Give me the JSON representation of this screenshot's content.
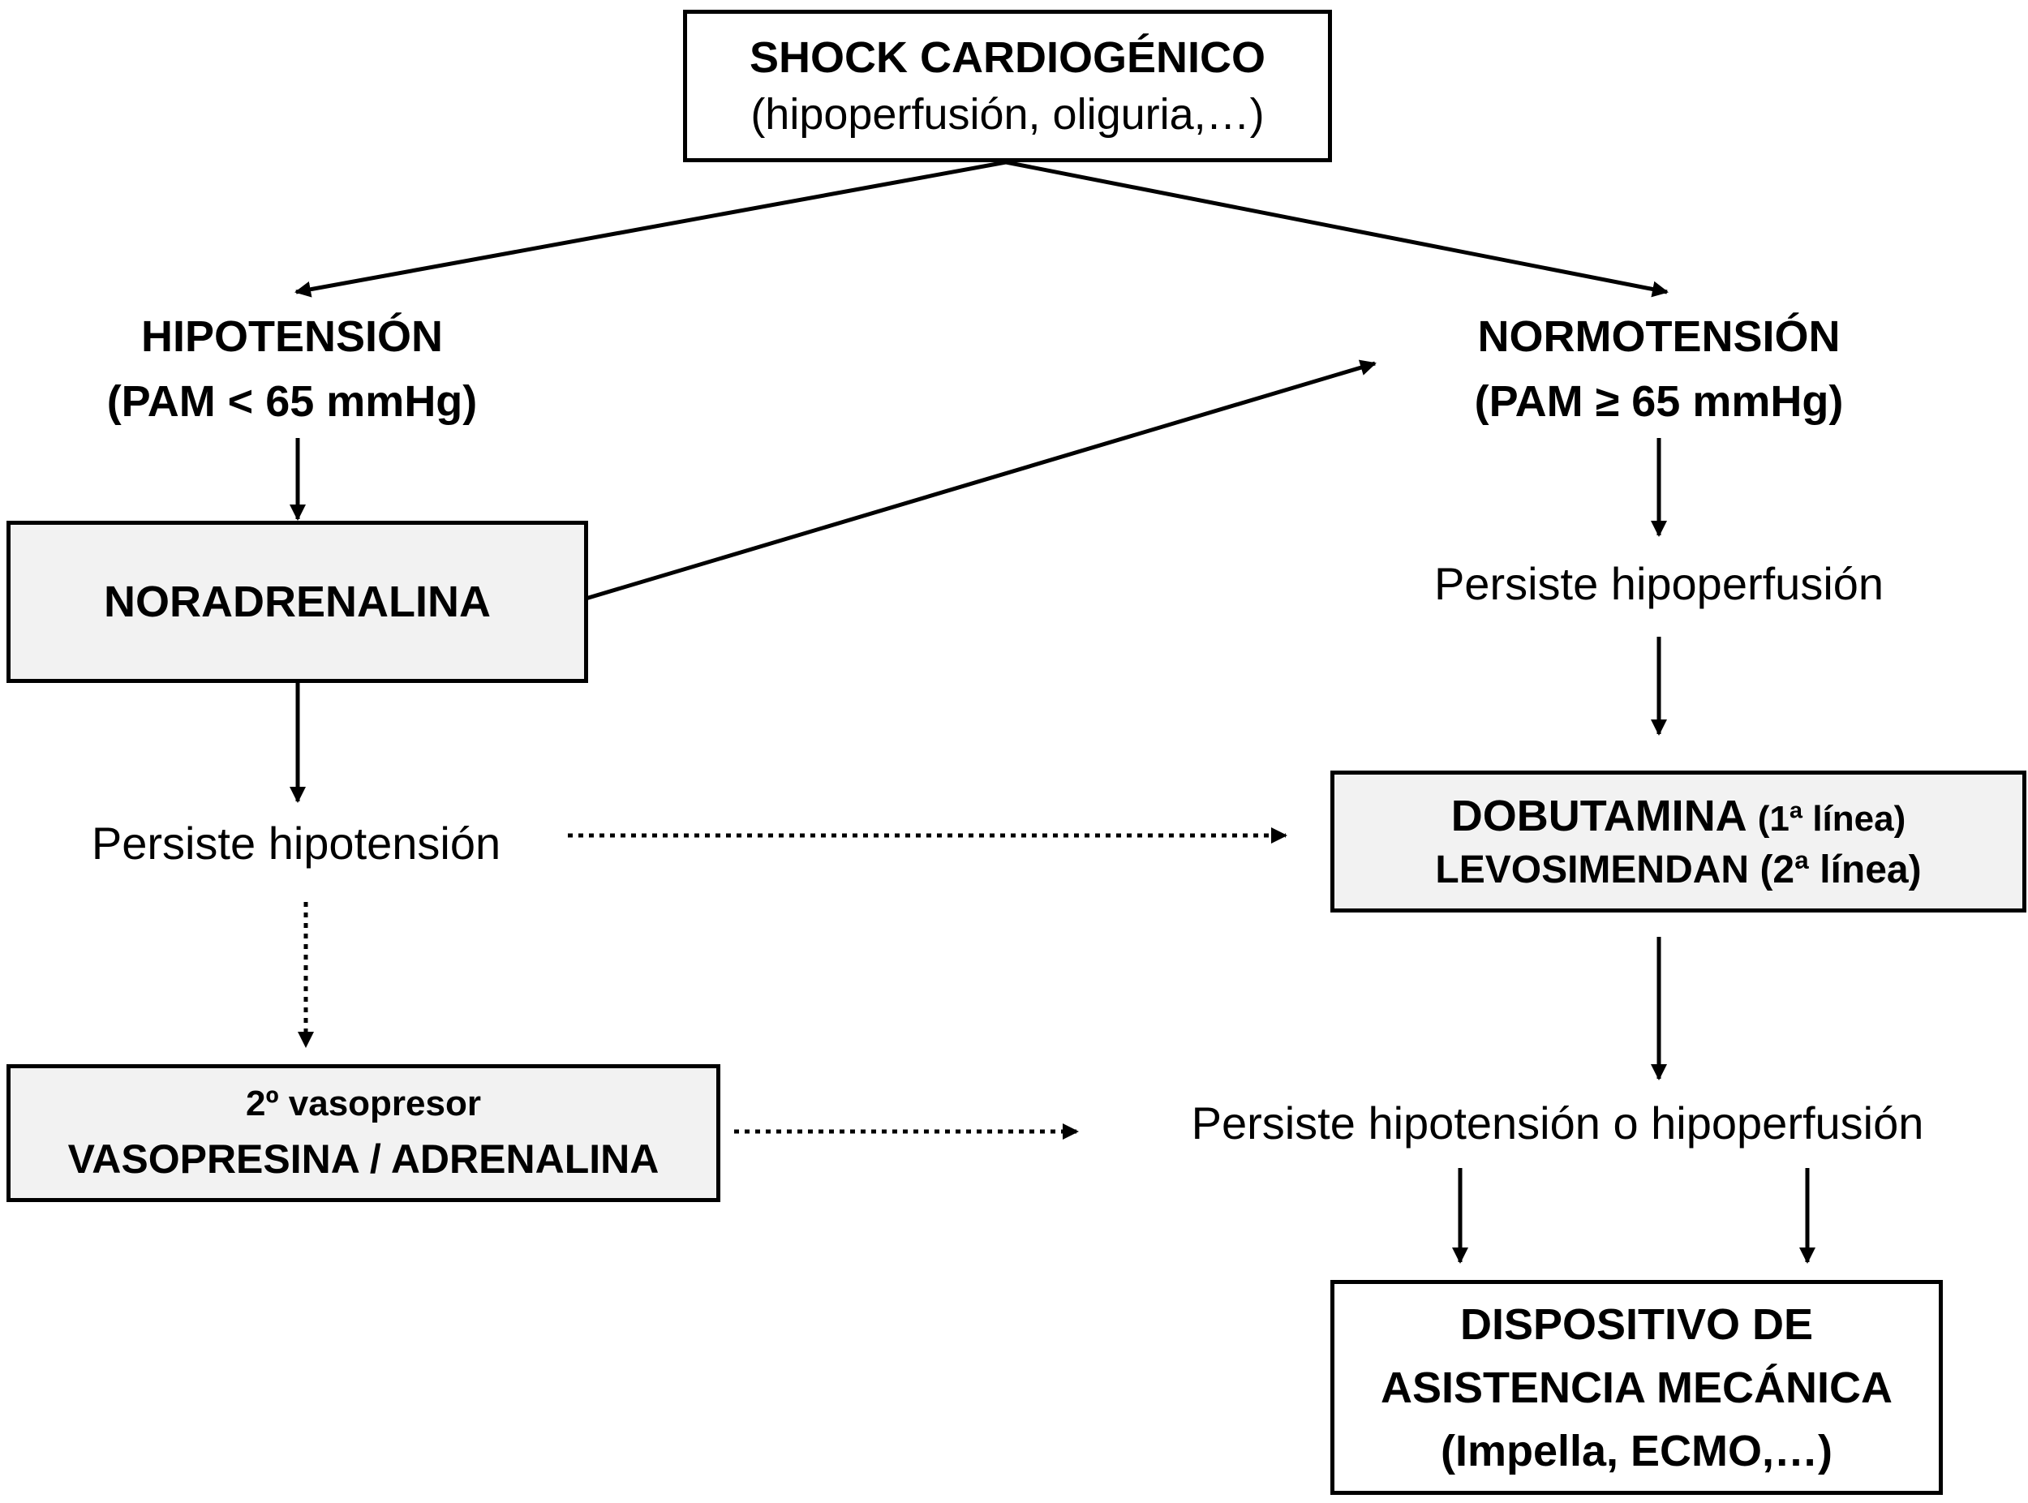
{
  "shock": {
    "title": "SHOCK CARDIOGÉNICO",
    "subtitle": "(hipoperfusión, oliguria,…)"
  },
  "hipotension": {
    "title": "HIPOTENSIÓN",
    "criteria": "(PAM < 65 mmHg)"
  },
  "normotension": {
    "title": "NORMOTENSIÓN",
    "criteria": "(PAM ≥ 65 mmHg)"
  },
  "noradrenalina": {
    "label": "NORADRENALINA"
  },
  "persiste_hipoperfusion": {
    "label": "Persiste hipoperfusión"
  },
  "persiste_hipotension": {
    "label": "Persiste hipotensión"
  },
  "inotropos": {
    "line1_drug": "DOBUTAMINA",
    "line1_note": "(1ª línea)",
    "line2_drug": "LEVOSIMENDAN",
    "line2_note": "(2ª línea)"
  },
  "segundo_vasopresor": {
    "heading": "2º vasopresor",
    "drugs": "VASOPRESINA / ADRENALINA"
  },
  "persiste_hipotension_o_hipoperfusion": {
    "label": "Persiste hipotensión o hipoperfusión"
  },
  "dispositivo": {
    "line1": "DISPOSITIVO DE",
    "line2": "ASISTENCIA MECÁNICA",
    "line3": "(Impella, ECMO,…)"
  }
}
